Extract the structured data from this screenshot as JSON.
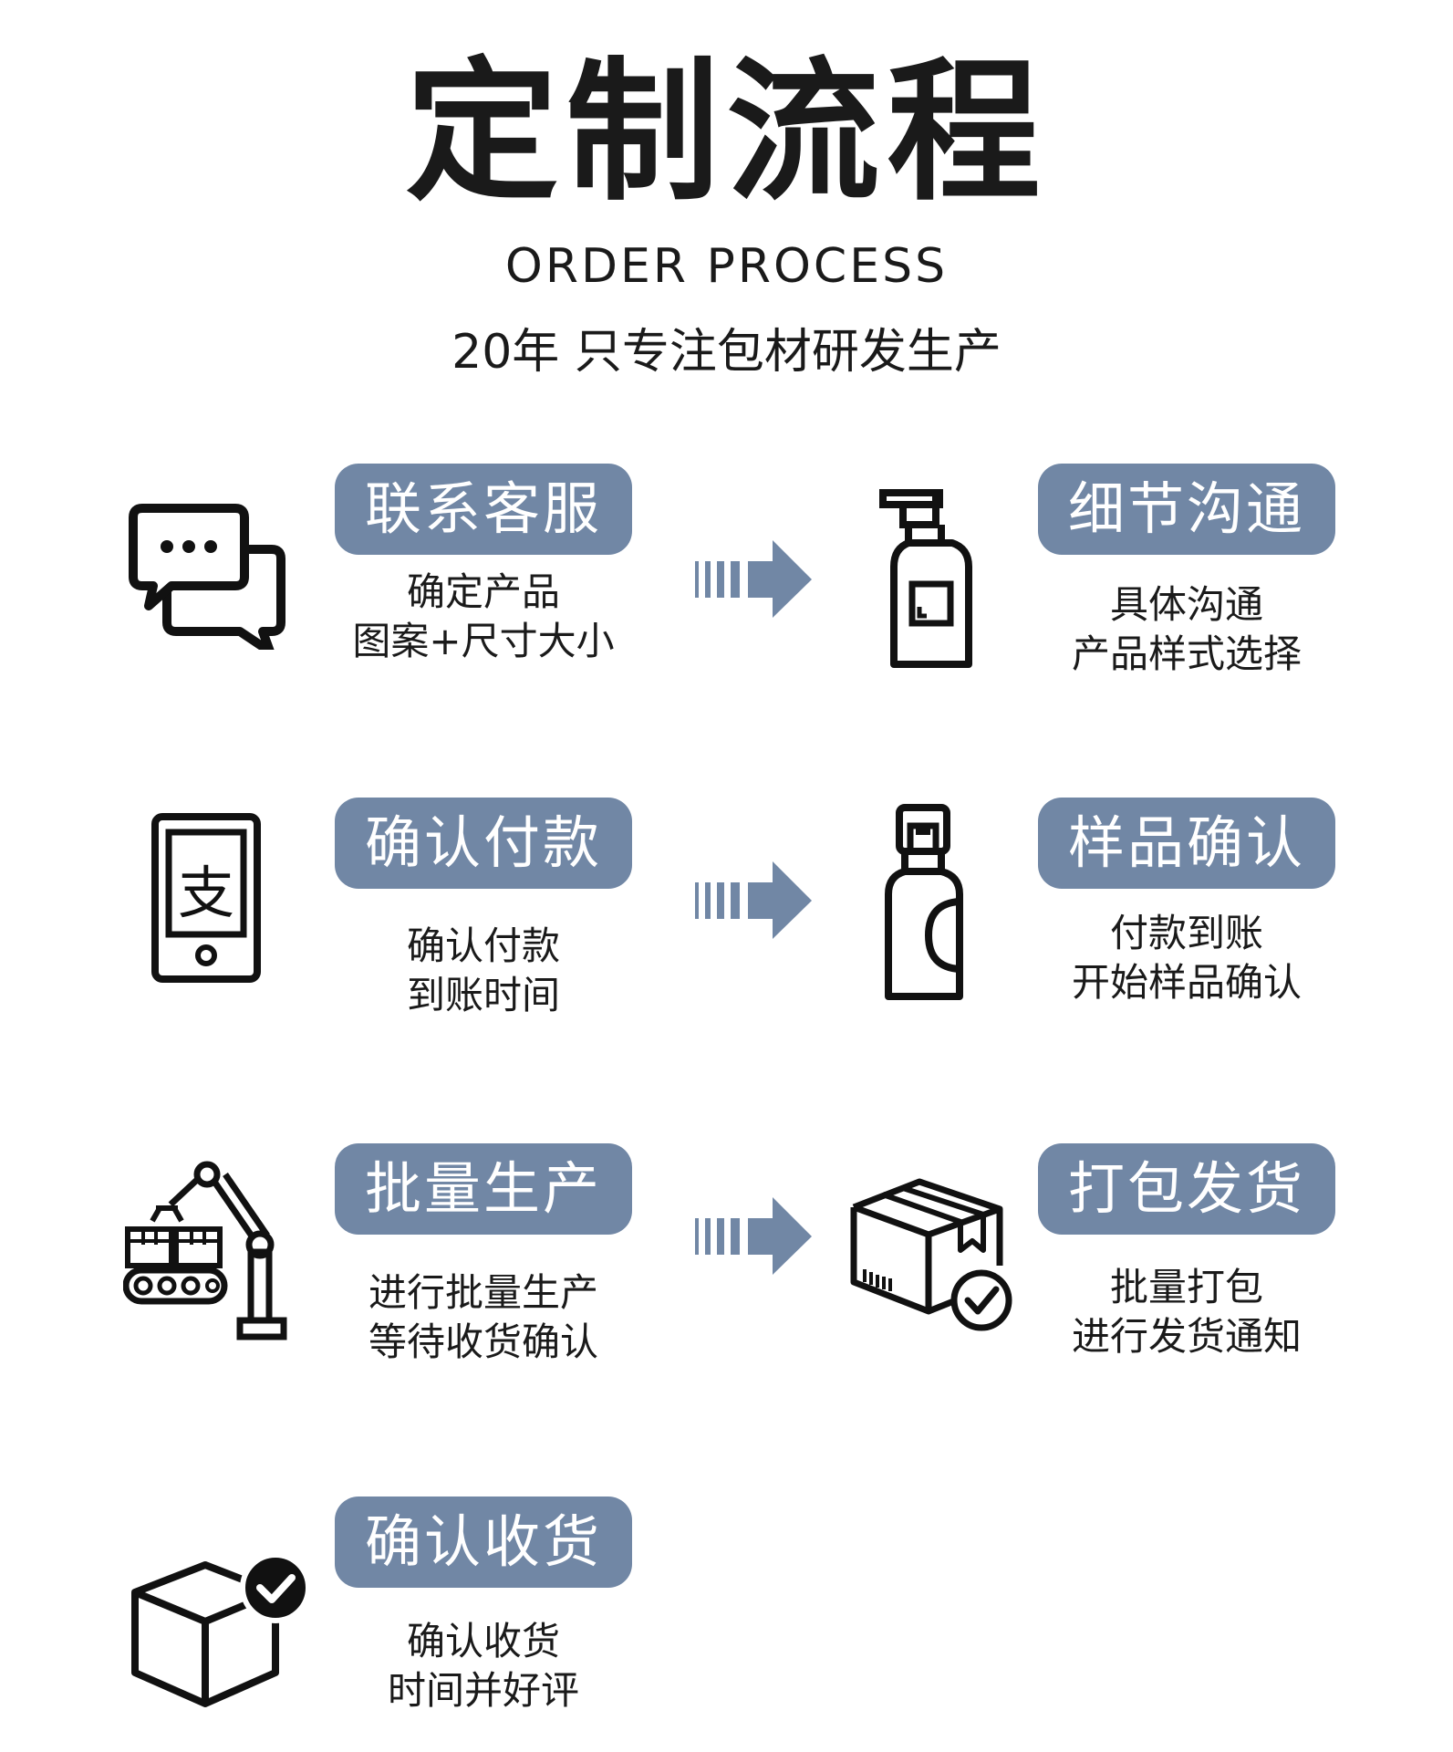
{
  "header": {
    "title": "定制流程",
    "subtitle_en": "ORDER PROCESS",
    "subtitle_cn": "20年 只专注包材研发生产"
  },
  "accent_color": "#7187a5",
  "steps": [
    {
      "title": "联系客服",
      "lines": [
        "确定产品",
        "图案+尺寸大小"
      ],
      "icon": "chat-bubbles-icon"
    },
    {
      "title": "细节沟通",
      "lines": [
        "具体沟通",
        "产品样式选择"
      ],
      "icon": "pump-bottle-icon"
    },
    {
      "title": "确认付款",
      "lines": [
        "确认付款",
        "到账时间"
      ],
      "icon": "mobile-payment-icon"
    },
    {
      "title": "样品确认",
      "lines": [
        "付款到账",
        "开始样品确认"
      ],
      "icon": "spray-bottle-icon"
    },
    {
      "title": "批量生产",
      "lines": [
        "进行批量生产",
        "等待收货确认"
      ],
      "icon": "robot-arm-factory-icon"
    },
    {
      "title": "打包发货",
      "lines": [
        "批量打包",
        "进行发货通知"
      ],
      "icon": "package-check-icon"
    },
    {
      "title": "确认收货",
      "lines": [
        "确认收货",
        "时间并好评"
      ],
      "icon": "box-checkmark-icon"
    }
  ]
}
